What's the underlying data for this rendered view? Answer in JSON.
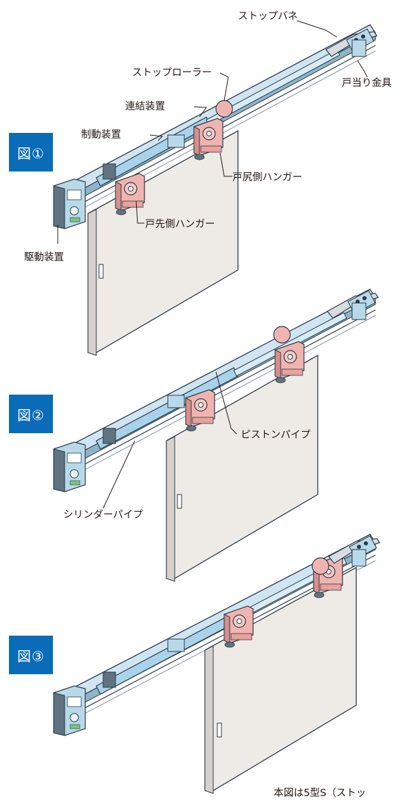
{
  "figure_tags": [
    "図①",
    "図②",
    "図③"
  ],
  "labels": {
    "stop_spring": "ストップバネ",
    "door_stop_bracket": "戸当り金具",
    "stop_roller": "ストップローラー",
    "connecting_device": "連結装置",
    "braking_device": "制動装置",
    "rear_hanger": "戸尻側ハンガー",
    "front_hanger": "戸先側ハンガー",
    "drive_device": "駆動装置",
    "piston_pipe": "ピストンパイプ",
    "cylinder_pipe": "シリンダーパイプ"
  },
  "footnote": "本図は5型S（ストッ",
  "colors": {
    "tag_bg": "#0a6cb8",
    "rail": "#cfe5f1",
    "rail_edge": "#2b3a45",
    "cylinder": "#a9d3ea",
    "hanger": "#f0b4b0",
    "door": "#eeeae6",
    "door_side": "#d6d1cc"
  }
}
